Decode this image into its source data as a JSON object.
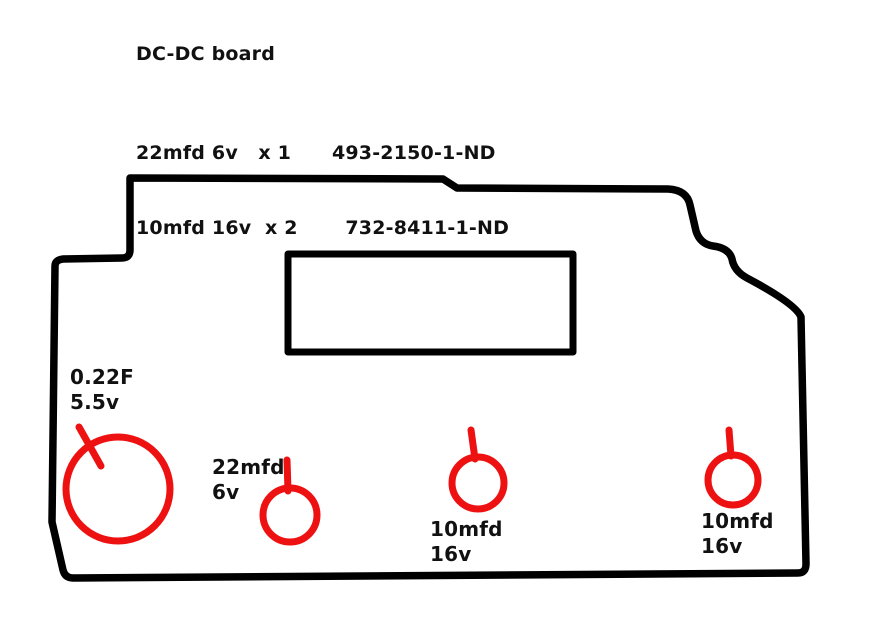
{
  "header": {
    "title": "DC-DC board",
    "parts": [
      "22mfd 6v   x 1      493-2150-1-ND",
      "10mfd 16v  x 2       732-8411-1-ND"
    ]
  },
  "colors": {
    "board_outline": "#000000",
    "marker": "#ee1111"
  },
  "capacitors": [
    {
      "label": "0.22F\n5.5v"
    },
    {
      "label": "22mfd\n6v"
    },
    {
      "label": "10mfd\n16v"
    },
    {
      "label": "10mfd\n16v"
    }
  ]
}
